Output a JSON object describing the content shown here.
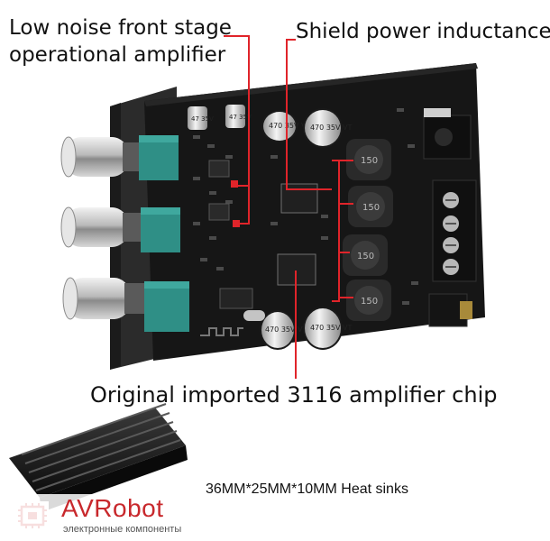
{
  "captions": {
    "low_noise_line1": "Low noise front stage",
    "low_noise_line2": "operational amplifier",
    "shield_inductance": "Shield power inductance",
    "chip": "Original imported 3116 amplifier chip",
    "heat_sinks": "36MM*25MM*10MM Heat sinks"
  },
  "board_markings": {
    "cap_top_1": "47 35V",
    "cap_top_2": "47 35V",
    "big_cap_1": "470 35V VT",
    "big_cap_2": "470 35V VT",
    "big_cap_3": "470 35V VT",
    "big_cap_4": "470 35V VT",
    "inductor_label": "150"
  },
  "watermark": {
    "brand": "AVRobot",
    "tagline": "электронные компоненты"
  },
  "colors": {
    "annotation_line": "#e0242a",
    "pcb": "#161616",
    "potentiometer": "#2f8f86",
    "knob": "#c9c9c9",
    "brand_red": "#c8282c"
  }
}
